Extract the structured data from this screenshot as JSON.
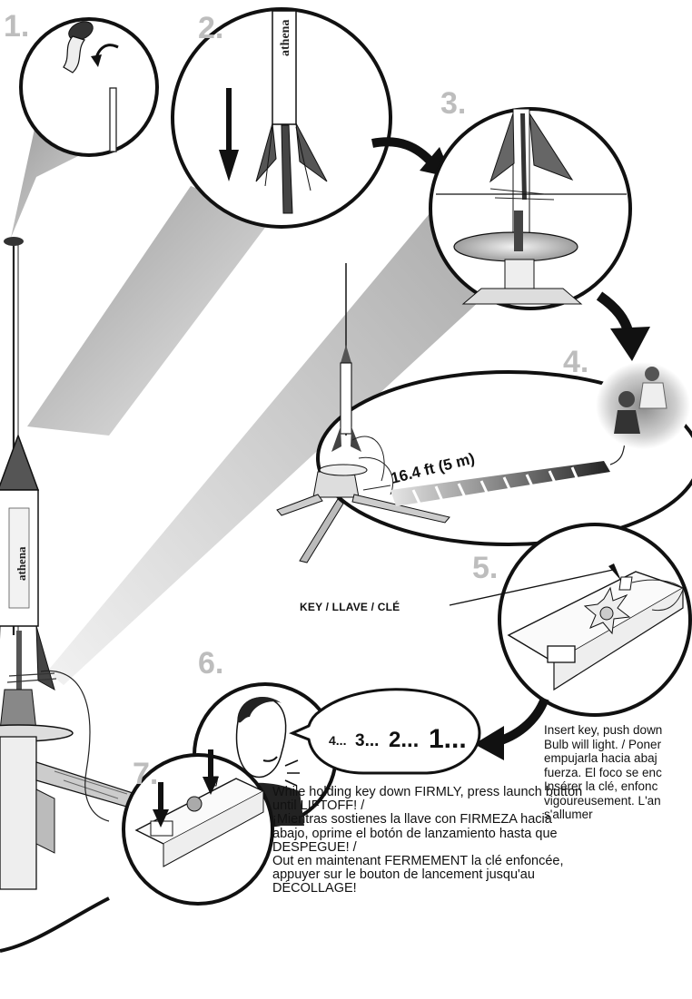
{
  "steps": {
    "s1": "1.",
    "s2": "2.",
    "s3": "3.",
    "s4": "4.",
    "s5": "5.",
    "s6": "6.",
    "s7": "7."
  },
  "distance_label": "16.4 ft (5 m)",
  "key_label": "KEY / LLAVE / CLÉ",
  "rocket_brand": "athena",
  "countdown": {
    "four": "4...",
    "three": "3...",
    "two": "2...",
    "one": "1..."
  },
  "insert_key_text": [
    "Insert key, push down",
    "Bulb will light. / Poner",
    "empujarla hacia abaj",
    "fuerza. El foco se enc",
    "Insérer la clé, enfonc",
    "vigoureusement. L'an",
    "s'allumer"
  ],
  "hold_key_text": [
    "While holding key down FIRMLY, press launch button",
    "until LIFTOFF! /",
    "¡Mientras sostienes la llave con FIRMEZA hacia",
    "abajo, oprime el botón de lanzamiento hasta que",
    "DESPEGUE! /",
    "Out en maintenant FERMEMENT la clé enfoncée,",
    "appuyer sur le bouton de lancement jusqu'au",
    "DÉCOLLAGE!"
  ]
}
